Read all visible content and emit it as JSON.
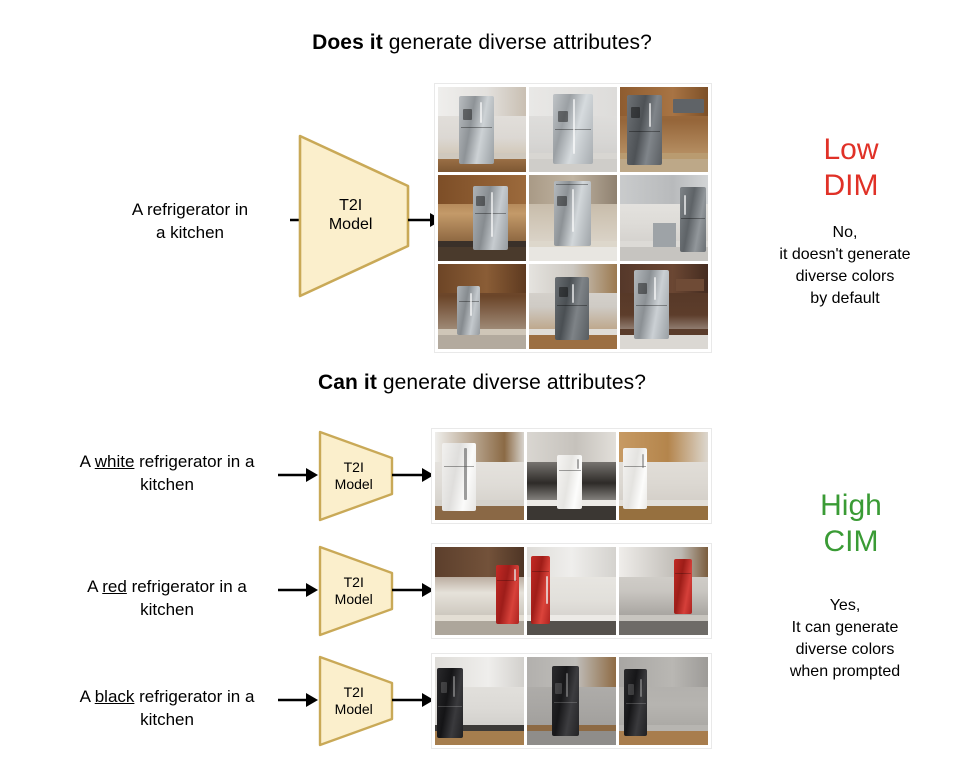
{
  "sections": [
    {
      "id": "dim",
      "title_bold": "Does it",
      "title_rest": " generate diverse attributes?",
      "prompt_lines": [
        "A refrigerator in",
        "a kitchen"
      ],
      "model_label_lines": [
        "T2I",
        "Model"
      ],
      "verdict_head_lines": [
        "Low",
        "DIM"
      ],
      "verdict_color": "#e03127",
      "verdict_body_lines": [
        "No,",
        "it doesn't generate",
        "diverse colors",
        "by default"
      ]
    },
    {
      "id": "cim",
      "title_bold": "Can it",
      "title_rest": " generate diverse attributes?",
      "model_label_lines": [
        "T2I",
        "Model"
      ],
      "verdict_head_lines": [
        "High",
        "CIM"
      ],
      "verdict_color": "#3a9b35",
      "verdict_body_lines": [
        "Yes,",
        "It can generate",
        "diverse colors",
        "when prompted"
      ],
      "rows": [
        {
          "attribute": "white",
          "prompt_prefix": "A ",
          "prompt_suffix": " refrigerator in a",
          "prompt_line2": "kitchen"
        },
        {
          "attribute": "red",
          "prompt_prefix": "A ",
          "prompt_suffix": " refrigerator in a",
          "prompt_line2": "kitchen"
        },
        {
          "attribute": "black",
          "prompt_prefix": "A ",
          "prompt_suffix": " refrigerator in a",
          "prompt_line2": "kitchen"
        }
      ]
    }
  ],
  "colors": {
    "trapezoid_fill": "#fbefcc",
    "trapezoid_stroke": "#c9a957",
    "low_red": "#e03127",
    "high_green": "#3a9b35",
    "arrow_black": "#000000",
    "frame_border": "#e9e9e9"
  },
  "image_grid_top": {
    "rows": 3,
    "cols": 3,
    "caption": "nine generated stainless-steel refrigerator kitchen images"
  },
  "image_rows_bottom": [
    {
      "attribute": "white",
      "count": 3
    },
    {
      "attribute": "red",
      "count": 3
    },
    {
      "attribute": "black",
      "count": 3
    }
  ]
}
